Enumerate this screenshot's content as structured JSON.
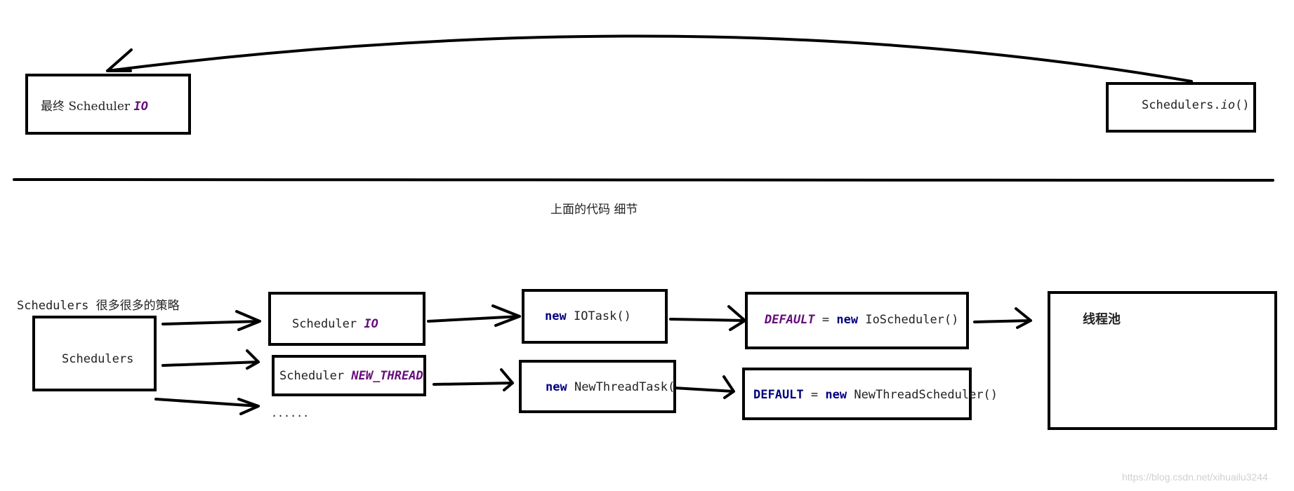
{
  "top": {
    "final_box": {
      "prefix": "最终 Scheduler ",
      "field": "IO"
    },
    "source_box": {
      "prefix": "Schedulers.",
      "method": "io",
      "suffix": "()"
    },
    "caption": "上面的代码 细节"
  },
  "bottom": {
    "strategies_label": "Schedulers 很多很多的策略",
    "schedulers_box": "Schedulers",
    "scheduler_io": {
      "prefix": "Scheduler ",
      "field": "IO"
    },
    "scheduler_new_thread": {
      "prefix": "Scheduler ",
      "field": "NEW_THREAD"
    },
    "ellipsis": "......",
    "io_task": {
      "keyword": "new",
      "rest": " IOTask()"
    },
    "new_thread_task": {
      "keyword": "new",
      "rest": " NewThreadTask()"
    },
    "default_io": {
      "field": "DEFAULT",
      "eq": " = ",
      "keyword": "new",
      "rest": " IoScheduler()"
    },
    "default_new_thread": {
      "field": "DEFAULT",
      "eq": " = ",
      "keyword": "new",
      "rest": " NewThreadScheduler()"
    },
    "thread_pool": "线程池"
  },
  "watermark": "https://blog.csdn.net/xihuailu3244",
  "colors": {
    "stroke": "#000000",
    "keyword": "#000080",
    "static_field": "#660e7a",
    "text": "#222222"
  }
}
